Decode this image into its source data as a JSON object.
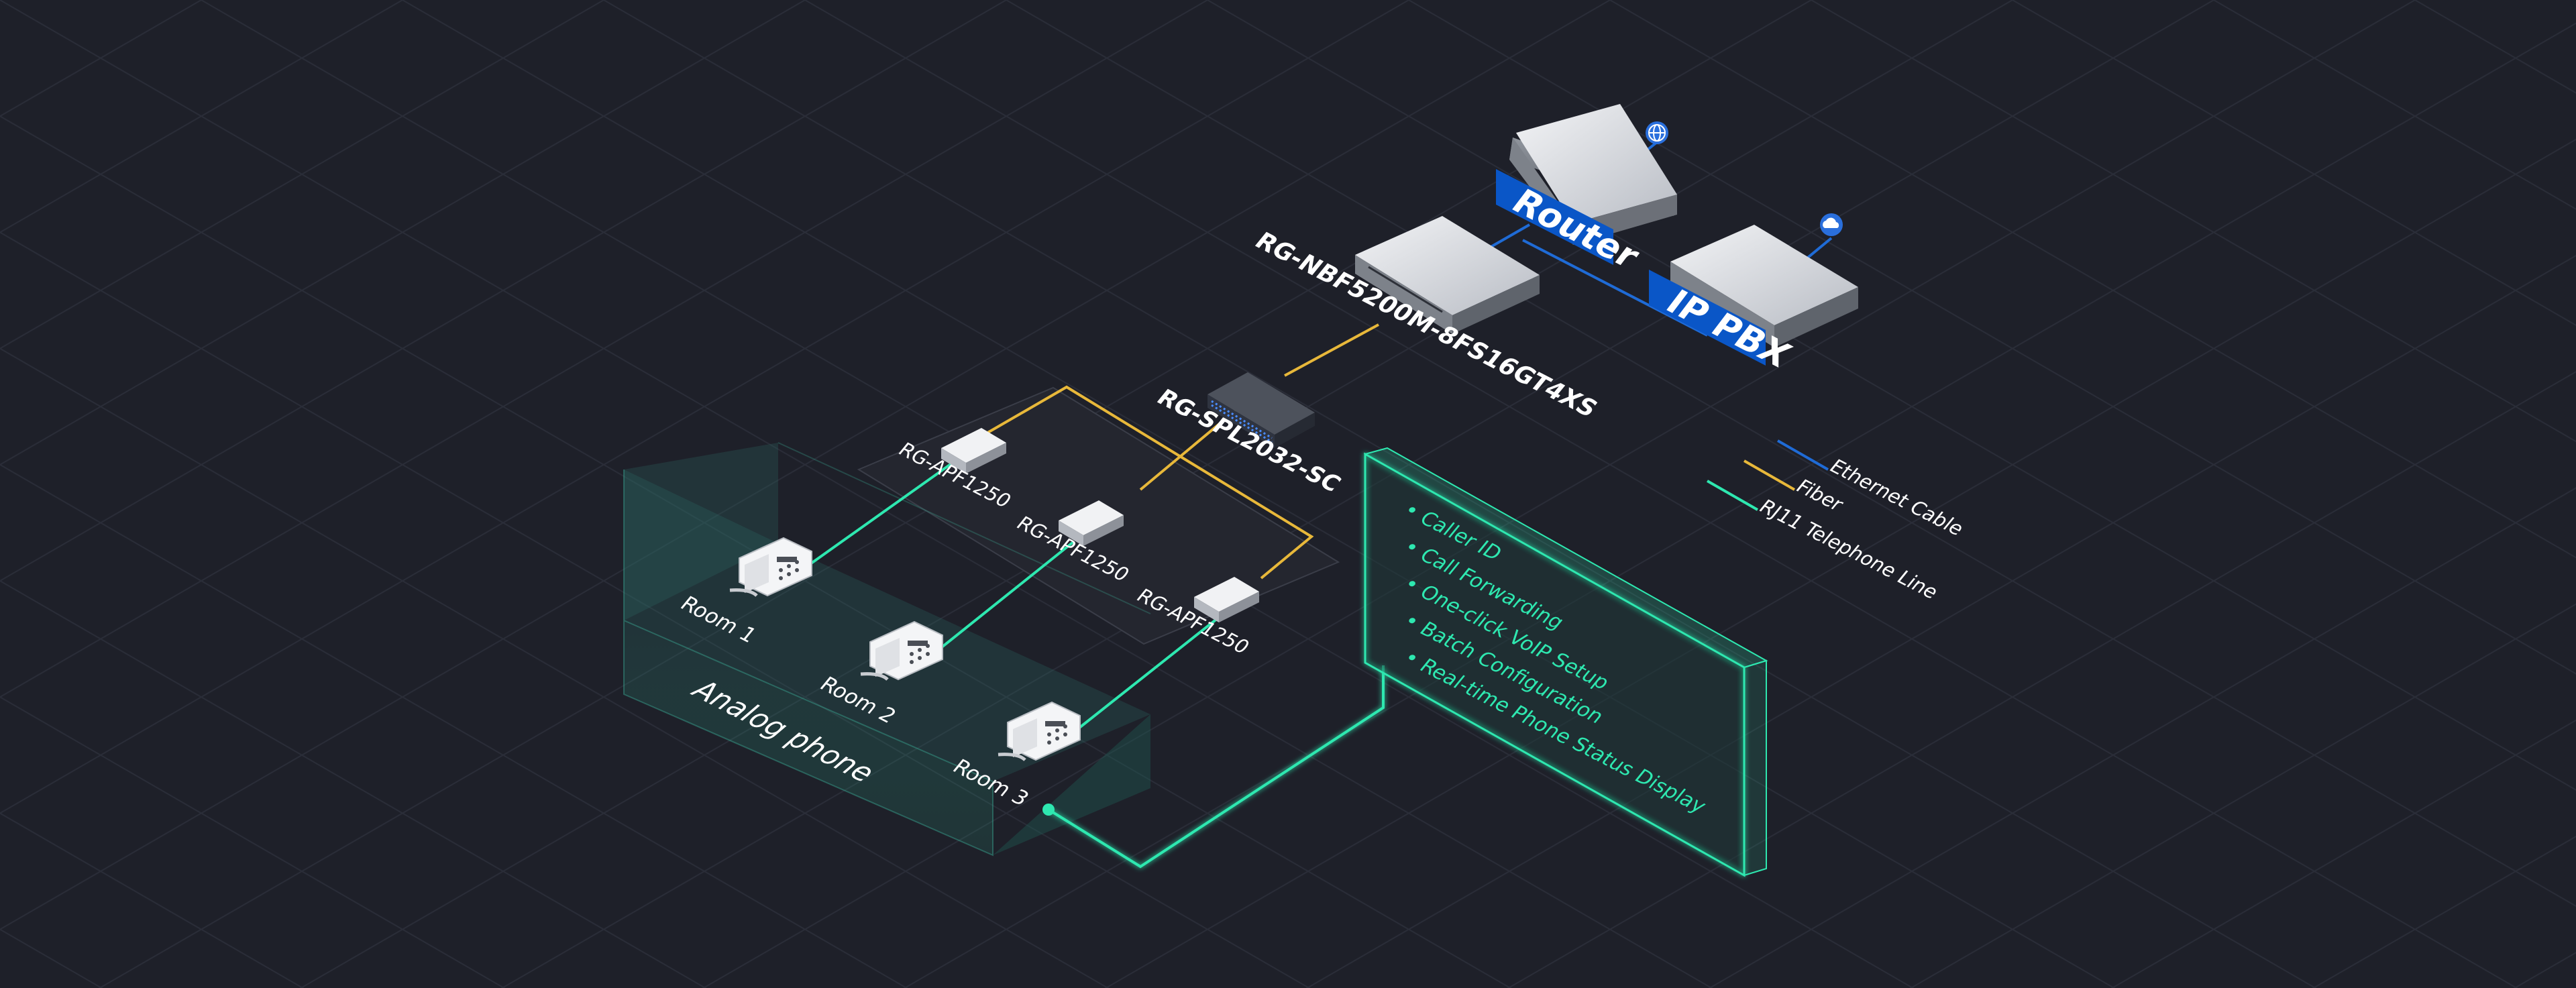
{
  "devices": {
    "router_label": "Router",
    "ippbx_label": "IP PBX",
    "olt_label": "RG-NBF5200M-8FS16GT4XS",
    "splitter_label": "RG-SPL2032-SC",
    "ont_label": "RG-APF1250"
  },
  "icons": {
    "internet": "globe-icon",
    "cloud": "cloud-icon",
    "phone": "analog-phone-icon"
  },
  "rooms": [
    "Room 1",
    "Room 2",
    "Room 3"
  ],
  "analog_phone_label": "Analog phone",
  "features": [
    "Caller ID",
    "Call Forwarding",
    "One-click VoIP Setup",
    "Batch Configuration",
    "Real-time Phone Status Display"
  ],
  "legend": [
    {
      "label": "Ethernet Cable",
      "color": "#1f6bd6"
    },
    {
      "label": "Fiber",
      "color": "#e8b83a"
    },
    {
      "label": "RJ11 Telephone Line",
      "color": "#2ee8b0"
    }
  ],
  "colors": {
    "background": "#1e2029",
    "label_box": "#0a56c7",
    "telephone_line": "#2ee8b0",
    "fiber": "#e8b83a",
    "ethernet": "#1f6bd6"
  }
}
